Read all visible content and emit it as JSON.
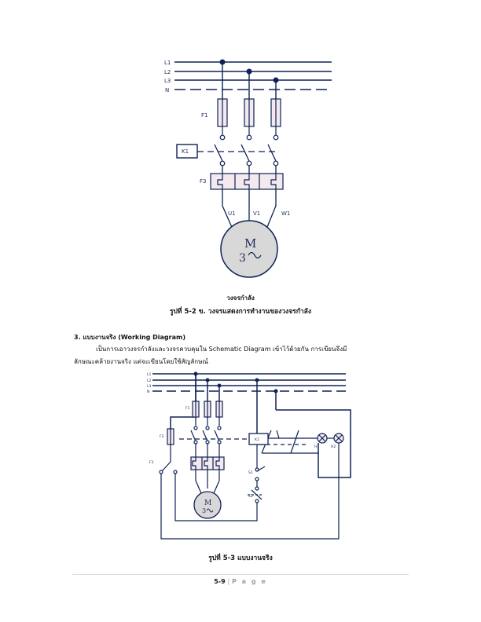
{
  "colors": {
    "line": "#0e2255",
    "fuse_fill": "#f3e9ee",
    "motor_fill": "#d8d8d8"
  },
  "fig1": {
    "labels": {
      "l1": "L1",
      "l2": "L2",
      "l3": "L3",
      "n": "N",
      "fuse": "F1",
      "contactor": "K1",
      "overload": "F3",
      "u1": "U1",
      "v1": "V1",
      "w1": "W1"
    },
    "motor": {
      "top": "M",
      "bottom": "3"
    },
    "sublabel": "วงจรกำลัง",
    "caption": "รูปที่  5-2 ข. วงจรแสดงการทำงานของวงจรกำลัง"
  },
  "section": {
    "heading": "3. แบบงานจริง (Working   Diagram)",
    "line1": "เป็นการเอาวงจรกำลังและวงจรควบคุมใน  Schematic   Diagram   เข้าไว้ด้วยกัน  การเขียนจึงมี",
    "line2": "ลักษณะคล้ายงานจริง  แต่จะเขียนโดยใช้สัญลักษณ์"
  },
  "fig2": {
    "labels": {
      "l1": "L1",
      "l2": "L2",
      "l3": "L3",
      "n": "N",
      "f1": "F1",
      "f2": "F2",
      "k1": "K1",
      "s1": "S1",
      "s2": "S2",
      "f3": "F3",
      "h1": "H1",
      "h2": "H2"
    },
    "motor": {
      "top": "M",
      "bottom": "3"
    },
    "caption": "รูปที่  5-3 แบบงานจริง"
  },
  "footer": {
    "page": "5-9",
    "separator": "|",
    "word": "P a g e"
  }
}
